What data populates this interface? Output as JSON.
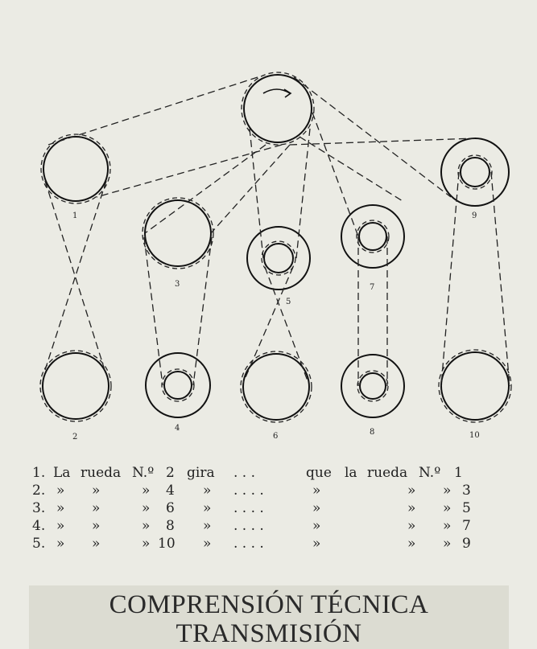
{
  "wheel_labels": [
    "1",
    "2",
    "3",
    "4",
    "5",
    "6",
    "7",
    "8",
    "9",
    "10"
  ],
  "rotation_indicator": "clockwise-arrow",
  "questions": [
    {
      "num": "1.",
      "c1": "La",
      "c2": "rueda",
      "c3": "N.º",
      "c4": "2",
      "c5": "gira",
      "dots": ". . .",
      "c6": "que",
      "c7": "la",
      "c8": "rueda",
      "c9": "N.º",
      "c10": "1"
    },
    {
      "num": "2.",
      "c1": "»",
      "c2": "»",
      "c3": "»",
      "c4": "4",
      "c5": "»",
      "dots": ". . . .",
      "c6": "»",
      "c8": "»",
      "c9": "»",
      "c10": "3"
    },
    {
      "num": "3.",
      "c1": "»",
      "c2": "»",
      "c3": "»",
      "c4": "6",
      "c5": "»",
      "dots": ". . . .",
      "c6": "»",
      "c8": "»",
      "c9": "»",
      "c10": "5"
    },
    {
      "num": "4.",
      "c1": "»",
      "c2": "»",
      "c3": "»",
      "c4": "8",
      "c5": "»",
      "dots": ". . . .",
      "c6": "»",
      "c8": "»",
      "c9": "»",
      "c10": "7"
    },
    {
      "num": "5.",
      "c1": "»",
      "c2": "»",
      "c3": "»",
      "c4": "10",
      "c5": "»",
      "dots": ". . . .",
      "c6": "»",
      "c8": "»",
      "c9": "»",
      "c10": "9"
    }
  ],
  "footer": {
    "line1": "COMPRENSIÓN TÉCNICA",
    "line2": "TRANSMISIÓN"
  }
}
